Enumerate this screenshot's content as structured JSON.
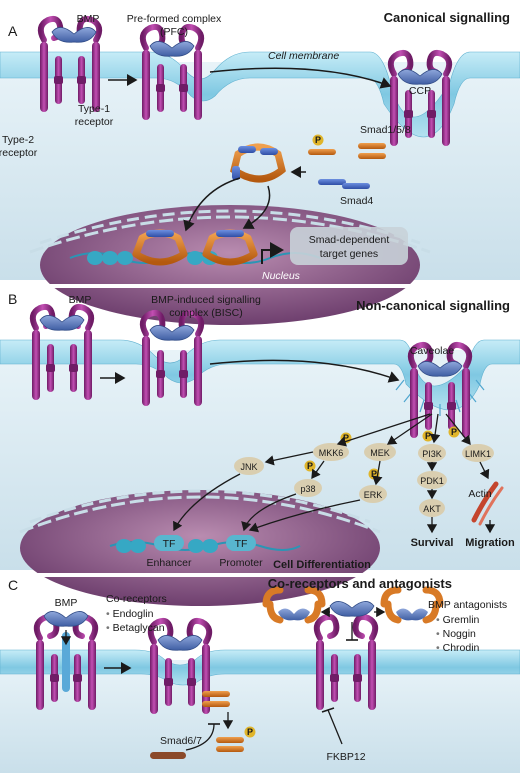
{
  "panel_a": {
    "letter": "A",
    "title": "Canonical signalling",
    "bmp": "BMP",
    "pfc_line1": "Pre-formed complex",
    "pfc_line2": "(PFC)",
    "cell_membrane": "Cell membrane",
    "type1_line1": "Type-1",
    "type1_line2": "receptor",
    "type2_line1": "Type-2",
    "type2_line2": "receptor",
    "ccp": "CCP",
    "smad158": "Smad1/5/8",
    "smad4": "Smad4",
    "p": "P",
    "target_line1": "Smad-dependent",
    "target_line2": "target genes",
    "nucleus": "Nucleus"
  },
  "panel_b": {
    "letter": "B",
    "title": "Non-canonical signalling",
    "bmp": "BMP",
    "bisc_line1": "BMP-induced signalling",
    "bisc_line2": "complex (BISC)",
    "caveolae": "Caveolae",
    "mkk6": "MKK6",
    "mek": "MEK",
    "jnk": "JNK",
    "p38": "p38",
    "erk": "ERK",
    "pi3k": "PI3K",
    "pdk1": "PDK1",
    "akt": "AKT",
    "limk1": "LIMK1",
    "actin": "Actin",
    "tf": "TF",
    "enhancer": "Enhancer",
    "promoter": "Promoter",
    "cell_diff": "Cell Differentiation",
    "survival": "Survival",
    "migration": "Migration",
    "p": "P"
  },
  "panel_c": {
    "letter": "C",
    "title": "Co-receptors and antagonists",
    "bmp": "BMP",
    "coreceptors": "Co-receptors",
    "endoglin": "Endoglin",
    "betaglycan": "Betaglycan",
    "antagonists": "BMP antagonists",
    "gremlin": "Gremlin",
    "noggin": "Noggin",
    "chrodin": "Chrodin",
    "smad67": "Smad6/7",
    "fkbp12": "FKBP12",
    "p": "P"
  },
  "colors": {
    "membrane": "#9fd6ea",
    "cytoplasm": "#dcebf3",
    "receptor": "#9c2d8c",
    "bmp": "#5a78b8",
    "smad": "#d4761f",
    "nucleus": "#8a5a86",
    "kinase": "#d9ceb0",
    "tf": "#58b6cf"
  }
}
